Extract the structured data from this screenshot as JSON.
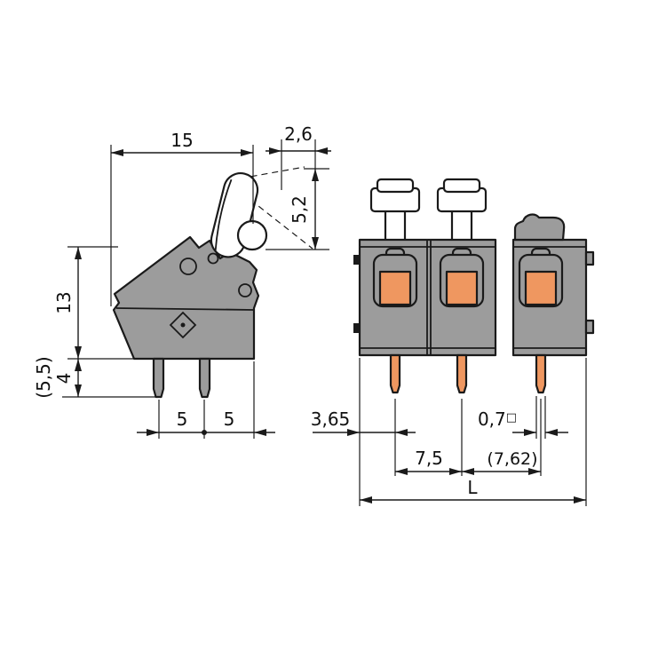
{
  "colors": {
    "body_gray": "#9c9c9c",
    "outline": "#1a1a1a",
    "accent_orange": "#ef9760",
    "lever_white": "#ffffff"
  },
  "side_view": {
    "dim_top_width": "15",
    "dim_lever_width": "2,6",
    "dim_lever_height": "5,2",
    "dim_body_height": "13",
    "dim_pin_length_alt": "(5,5)",
    "dim_pin_length": "4",
    "dim_pin_offset_left": "5",
    "dim_pin_offset_right": "5"
  },
  "front_view": {
    "dim_edge_to_pin": "3,65",
    "dim_pin_width": "0,7",
    "dim_pin_width_symbol": "□",
    "dim_pitch": "7,5",
    "dim_pitch_alt": "(7,62)",
    "dim_total_length": "L"
  }
}
